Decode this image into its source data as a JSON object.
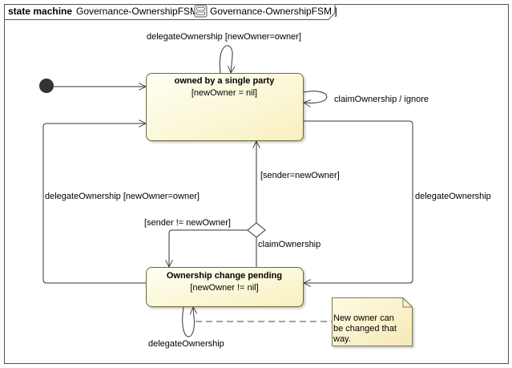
{
  "frame": {
    "keyword": "state machine",
    "name": "Governance-OwnershipFSM [",
    "ref_name": "Governance-OwnershipFSM ]",
    "ref_icon": "state-machine-icon"
  },
  "states": {
    "owned": {
      "name": "owned by a single party",
      "invariant": "[newOwner = nil]"
    },
    "pending": {
      "name": "Ownership change pending",
      "invariant": "[newOwner != nil]"
    }
  },
  "transitions": {
    "self_delegate_owned": "delegateOwnership [newOwner=owner]",
    "self_claim_owned": "claimOwnership / ignore",
    "pending_to_owned_delegate": "delegateOwnership [newOwner=owner]",
    "owned_to_pending_delegate": "delegateOwnership",
    "choice_to_owned": "[sender=newOwner]",
    "choice_to_pending": "[sender != newOwner]",
    "pending_to_choice": "claimOwnership",
    "self_delegate_pending": "delegateOwnership"
  },
  "note": {
    "lines": [
      "New owner can",
      "be changed that",
      "way."
    ]
  },
  "colors": {
    "state_fill_light": "#fffff0",
    "state_fill_dark": "#fbf5c8",
    "note_fill": "#fdf5cf",
    "initial": "#333333"
  }
}
